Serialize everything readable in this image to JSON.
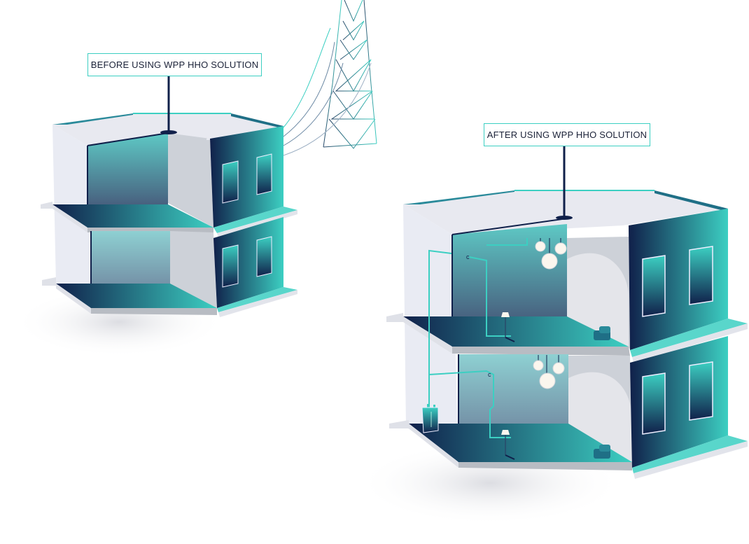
{
  "labels": {
    "before": "BEFORE USING WPP HHO SOLUTION",
    "after": "AFTER USING WPP HHO SOLUTION"
  },
  "scene": {
    "buildings": [
      {
        "id": "before",
        "floors": 2,
        "has_power_tower_connection": true,
        "has_hho_unit": false
      },
      {
        "id": "after",
        "floors": 2,
        "has_power_tower_connection": false,
        "has_hho_unit": true
      }
    ],
    "icons": [
      "power-tower-icon",
      "pendant-lamp-icon",
      "floor-lamp-icon",
      "armchair-icon",
      "hho-unit-icon",
      "wall-socket-icon"
    ]
  },
  "colors": {
    "teal": "#3ccfc2",
    "navy": "#10204a",
    "wall_light": "#e6e8f0",
    "wall_gray": "#cdd1d8",
    "label_border": "#3ccfc2",
    "label_text": "#1b2238"
  }
}
